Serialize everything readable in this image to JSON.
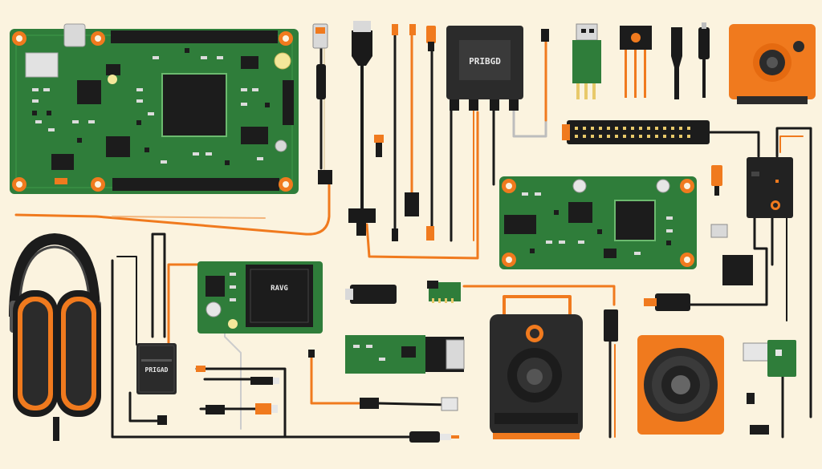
{
  "colors": {
    "background": "#fbf3df",
    "pcb_green": "#2f7d3a",
    "pcb_dark_green": "#1f5e2a",
    "chip_black": "#1c1c1c",
    "accent_orange": "#f07a1e",
    "cable_black": "#1a1a1a",
    "cable_orange": "#f07a1e",
    "metal": "#d9d9d9",
    "speaker_dark": "#2b2b2b",
    "gold": "#e8c96a"
  },
  "labels": {
    "hub_box": "PRIBGD",
    "audio_module_box": "PRIGAD",
    "wifi_module_chip": "RAVG"
  },
  "icons": {
    "headphones": "headphones-icon",
    "speaker": "speaker-icon",
    "camera": "camera-icon"
  }
}
